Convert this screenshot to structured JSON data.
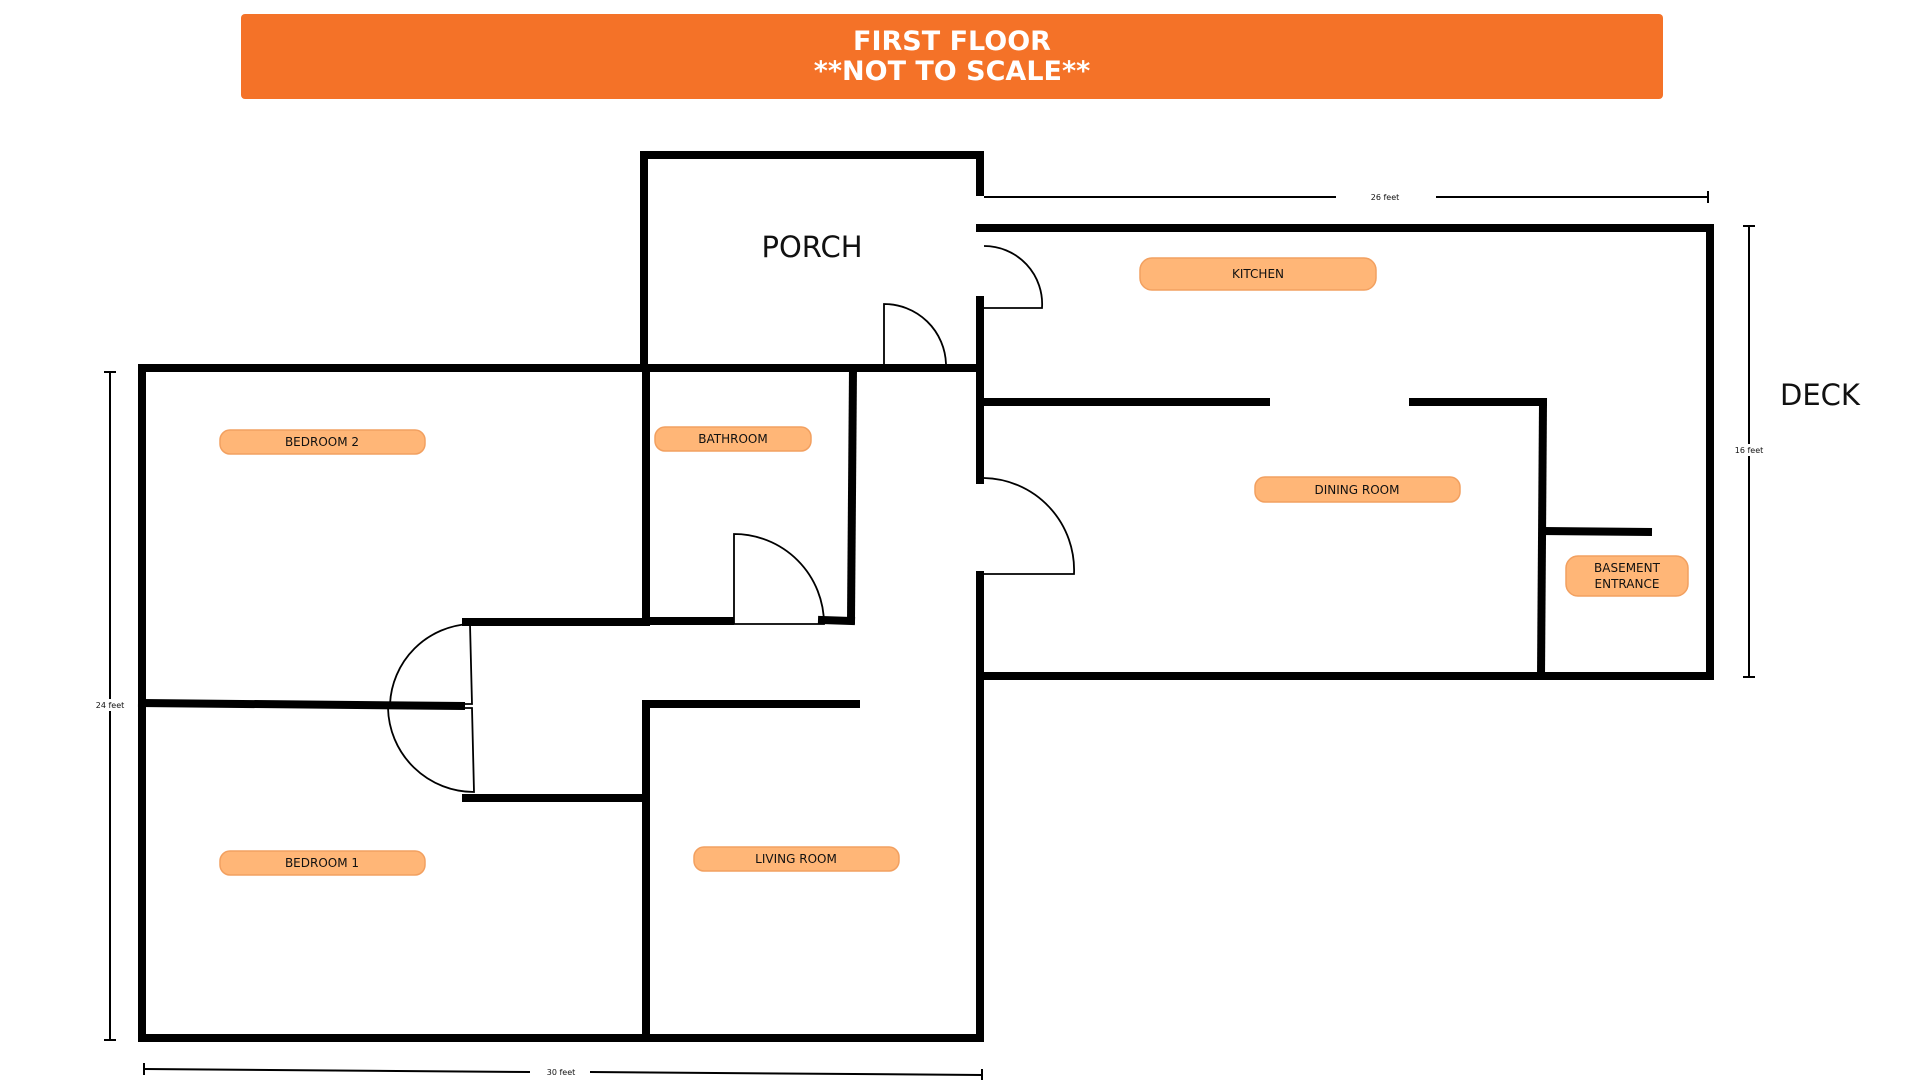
{
  "banner": {
    "title": "FIRST FLOOR",
    "subtitle": "**NOT TO SCALE**",
    "color": "#F47228"
  },
  "colors": {
    "label_fill": "#FFB677",
    "label_border": "#F2A060",
    "walls": "#000000"
  },
  "labels": {
    "porch": "PORCH",
    "deck": "DECK",
    "kitchen": "KITCHEN",
    "bedroom2": "BEDROOM 2",
    "bathroom": "BATHROOM",
    "dining_room": "DINING ROOM",
    "basement_line1": "BASEMENT",
    "basement_line2": "ENTRANCE",
    "bedroom1": "BEDROOM 1",
    "living_room": "LIVING ROOM"
  },
  "dimensions": {
    "top": "26 feet",
    "right": "16 feet",
    "left": "24 feet",
    "bottom": "30 feet"
  }
}
